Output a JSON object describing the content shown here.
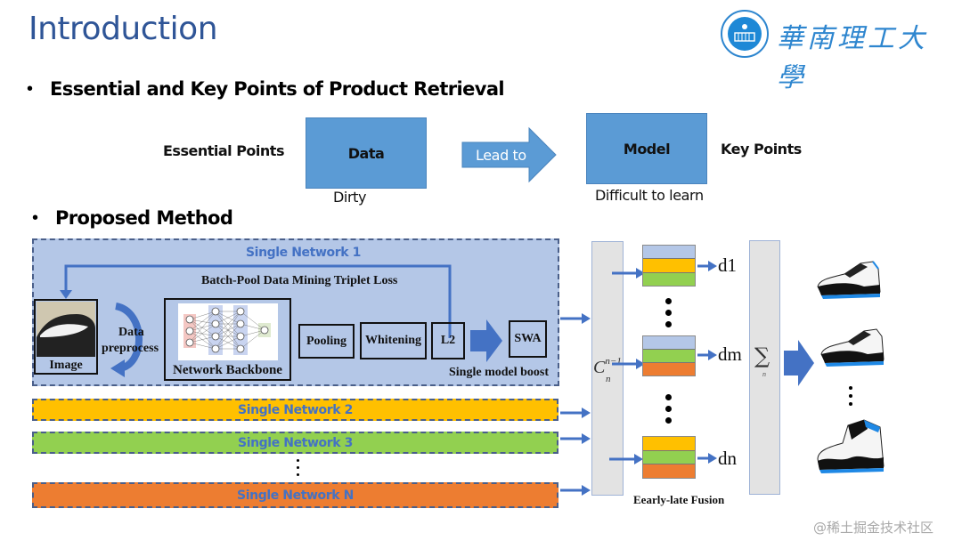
{
  "slide": {
    "title": "Introduction",
    "logo": {
      "icon": "university-seal-icon",
      "text": "華南理工大學"
    },
    "section1": {
      "heading": "Essential and Key Points of Product Retrieval",
      "essential_label": "Essential Points",
      "data_box": "Data",
      "data_caption": "Dirty",
      "arrow_label": "Lead to",
      "model_box": "Model",
      "model_caption": "Difficult to learn",
      "key_label": "Key Points"
    },
    "section2": {
      "heading": "Proposed Method",
      "network1": {
        "title": "Single Network 1",
        "loss_label": "Batch-Pool Data Mining Triplet Loss",
        "image_label": "Image",
        "preprocess_label_1": "Data",
        "preprocess_label_2": "preprocess",
        "backbone_label": "Network Backbone",
        "backbone_layers": [
          "input layer",
          "hidden layer 1",
          "hidden layer 2",
          "output layer"
        ],
        "pooling": "Pooling",
        "whitening": "Whitening",
        "l2": "L2",
        "swa": "SWA",
        "boost_label": "Single model boost"
      },
      "networks": [
        {
          "label": "Single Network 2",
          "color": "#ffc000"
        },
        {
          "label": "Single Network 3",
          "color": "#92d050"
        },
        {
          "label": "Single Network N",
          "color": "#ed7d31"
        }
      ],
      "combination_label": "C",
      "combination_sup": "n−1",
      "combination_sub": "n",
      "outputs": [
        "d1",
        "dm",
        "dn"
      ],
      "fusion_label": "Eearly-late Fusion",
      "sum_symbol": "∑",
      "sum_sub": "n",
      "results_icon": "sneaker-icon"
    },
    "watermark": "@稀土掘金技术社区",
    "colors": {
      "title_blue": "#2f5597",
      "box_blue": "#5b9bd5",
      "panel_blue": "#b4c7e7",
      "arrow_blue": "#4472c4",
      "yellow": "#ffc000",
      "green": "#92d050",
      "orange": "#ed7d31"
    }
  }
}
